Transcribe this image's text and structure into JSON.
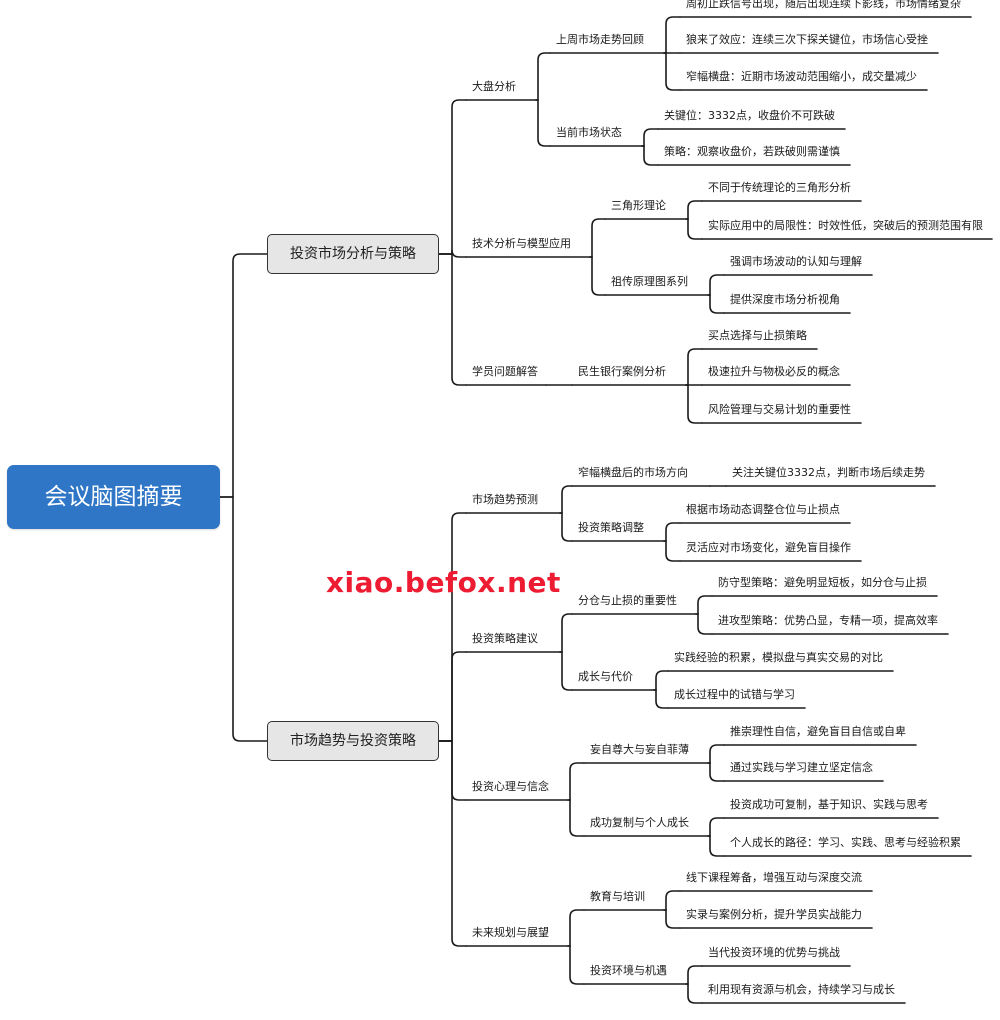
{
  "mindmap": {
    "root": "会议脑图摘要",
    "branches": [
      {
        "label": "投资市场分析与策略",
        "children": [
          {
            "label": "大盘分析",
            "children": [
              {
                "label": "上周市场走势回顾",
                "children": [
                  "周初止跌信号出现，随后出现连续下影线，市场情绪复杂",
                  "狼来了效应：连续三次下探关键位，市场信心受挫",
                  "窄幅横盘：近期市场波动范围缩小，成交量减少"
                ]
              },
              {
                "label": "当前市场状态",
                "children": [
                  "关键位：3332点，收盘价不可跌破",
                  "策略：观察收盘价，若跌破则需谨慎"
                ]
              }
            ]
          },
          {
            "label": "技术分析与模型应用",
            "children": [
              {
                "label": "三角形理论",
                "children": [
                  "不同于传统理论的三角形分析",
                  "实际应用中的局限性：时效性低，突破后的预测范围有限"
                ]
              },
              {
                "label": "祖传原理图系列",
                "children": [
                  "强调市场波动的认知与理解",
                  "提供深度市场分析视角"
                ]
              }
            ]
          },
          {
            "label": "学员问题解答",
            "children": [
              {
                "label": "民生银行案例分析",
                "children": [
                  "买点选择与止损策略",
                  "极速拉升与物极必反的概念",
                  "风险管理与交易计划的重要性"
                ]
              }
            ]
          }
        ]
      },
      {
        "label": "市场趋势与投资策略",
        "children": [
          {
            "label": "市场趋势预测",
            "children": [
              {
                "label": "窄幅横盘后的市场方向",
                "children": [
                  "关注关键位3332点，判断市场后续走势"
                ]
              },
              {
                "label": "投资策略调整",
                "children": [
                  "根据市场动态调整仓位与止损点",
                  "灵活应对市场变化，避免盲目操作"
                ]
              }
            ]
          },
          {
            "label": "投资策略建议",
            "children": [
              {
                "label": "分仓与止损的重要性",
                "children": [
                  "防守型策略：避免明显短板，如分仓与止损",
                  "进攻型策略：优势凸显，专精一项，提高效率"
                ]
              },
              {
                "label": "成长与代价",
                "children": [
                  "实践经验的积累，模拟盘与真实交易的对比",
                  "成长过程中的试错与学习"
                ]
              }
            ]
          },
          {
            "label": "投资心理与信念",
            "children": [
              {
                "label": "妄自尊大与妄自菲薄",
                "children": [
                  "推崇理性自信，避免盲目自信或自卑",
                  "通过实践与学习建立坚定信念"
                ]
              },
              {
                "label": "成功复制与个人成长",
                "children": [
                  "投资成功可复制，基于知识、实践与思考",
                  "个人成长的路径：学习、实践、思考与经验积累"
                ]
              }
            ]
          },
          {
            "label": "未来规划与展望",
            "children": [
              {
                "label": "教育与培训",
                "children": [
                  "线下课程筹备，增强互动与深度交流",
                  "实录与案例分析，提升学员实战能力"
                ]
              },
              {
                "label": "投资环境与机遇",
                "children": [
                  "当代投资环境的优势与挑战",
                  "利用现有资源与机会，持续学习与成长"
                ]
              }
            ]
          }
        ]
      }
    ]
  },
  "watermark": "xiao.befox.net",
  "colors": {
    "root_fill": "#2f76c6",
    "root_text": "#ffffff",
    "branch_fill": "#e6e6e6",
    "branch_border": "#333333",
    "line": "#1a1a1a",
    "watermark": "#ee1c32"
  }
}
